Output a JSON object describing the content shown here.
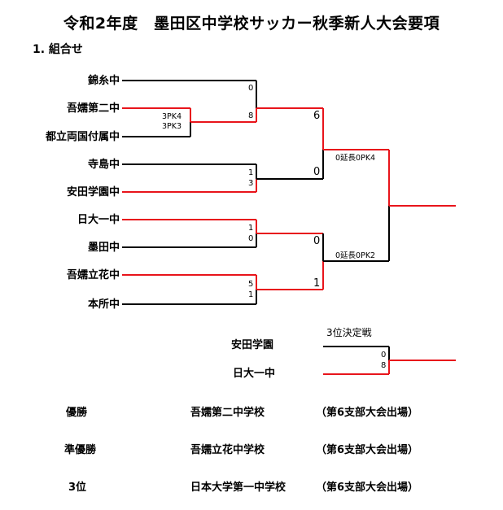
{
  "title": "令和2年度　墨田区中学校サッカー秋季新人大会要項",
  "section_label": "1. 組合せ",
  "teams": [
    "錦糸中",
    "吾嬬第二中",
    "都立両国付属中",
    "寺島中",
    "安田学園中",
    "日大一中",
    "墨田中",
    "吾嬬立花中",
    "本所中"
  ],
  "scores": {
    "r1_left_pk": [
      "3PK4",
      "3PK3"
    ],
    "r1_top": "0",
    "r1_bottom": "8",
    "qf2_top": "1",
    "qf2_bottom": "3",
    "qf3_top": "1",
    "qf3_bottom": "0",
    "qf4_top": "5",
    "qf4_bottom": "1",
    "sf1_top": "6",
    "sf1_bottom": "0",
    "sf2_top": "0",
    "sf2_bottom": "1",
    "final_top": "0延長0PK4",
    "final_bottom": "0延長0PK2"
  },
  "third_place": {
    "label": "3位決定戦",
    "team_top": "安田学園",
    "team_bottom": "日大一中",
    "score_top": "0",
    "score_bottom": "8"
  },
  "results": [
    {
      "rank": "優勝",
      "school": "吾嬬第二中学校",
      "note": "（第6支部大会出場）"
    },
    {
      "rank": "準優勝",
      "school": "吾嬬立花中学校",
      "note": "（第6支部大会出場）"
    },
    {
      "rank": "3位",
      "school": "日本大学第一中学校",
      "note": "（第6支部大会出場）"
    }
  ],
  "colors": {
    "winner_line": "#e8141b",
    "line": "#000000"
  }
}
